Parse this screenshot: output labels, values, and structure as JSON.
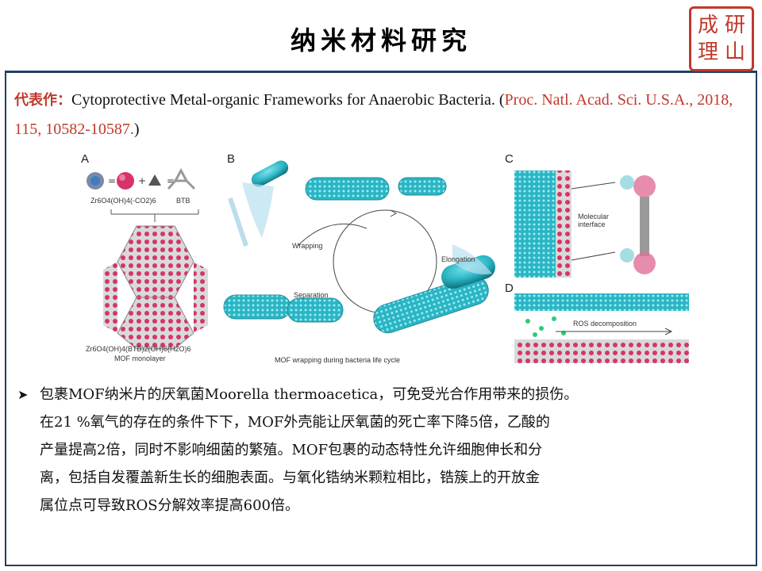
{
  "title": "纳米材料研究",
  "seal": {
    "chars": [
      "研",
      "成",
      "理",
      "山"
    ],
    "color": "#c0392b"
  },
  "citation": {
    "label": "代表作：",
    "text": "Cytoprotective Metal-organic Frameworks for Anaerobic Bacteria. (",
    "reference": "Proc. Natl. Acad. Sci. U.S.A., 2018, 115, 10582-10587.",
    "close": ")"
  },
  "figure": {
    "panels": [
      "A",
      "B",
      "C",
      "D"
    ],
    "labels": {
      "a_formula_top": "Zr6O4(OH)4(-CO2)6",
      "a_btb": "BTB",
      "a_formula_bottom": "Zr6O4(OH)4(BTB)2(OH)6(H2O)6",
      "a_caption": "MOF monolayer",
      "b_wrapping": "Wrapping",
      "b_elongation": "Elongation",
      "b_separation": "Separation",
      "b_caption": "MOF wrapping during bacteria life cycle",
      "c_interface": "Molecular interface",
      "d_ros": "ROS decomposition"
    }
  },
  "body": {
    "lines": [
      "包裹MOF纳米片的厌氧菌Moorella thermoacetica，可免受光合作用带来的损伤。",
      "在21 %氧气的存在的条件下下，MOF外壳能让厌氧菌的死亡率下降5倍，乙酸的",
      "产量提高2倍，同时不影响细菌的繁殖。MOF包裹的动态特性允许细胞伸长和分",
      "离，包括自发覆盖新生长的细胞表面。与氧化锆纳米颗粒相比，锆簇上的开放金",
      "属位点可导致ROS分解效率提高600倍。"
    ]
  },
  "colors": {
    "frame": "#1f3f66",
    "accent": "#c0392b",
    "mof": "#d6336c",
    "bacteria": "#2bb5c4"
  }
}
